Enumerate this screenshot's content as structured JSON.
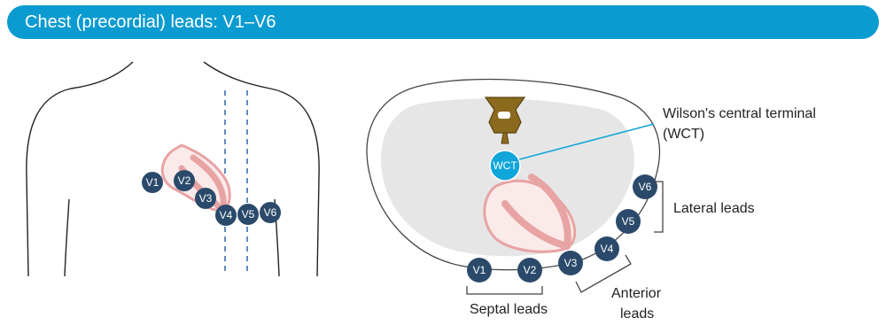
{
  "title": "Chest (precordial) leads: V1–V6",
  "colors": {
    "title_bar": "#0a9bd0",
    "lead_circle": "#2b4a6b",
    "wct_circle": "#10a6d9",
    "heart": "#e8a3a3",
    "guide_line": "#3a6fb0",
    "chest_fill": "#e6e6e6",
    "vertebra": "#8b6a1e"
  },
  "front_view": {
    "leads": [
      "V1",
      "V2",
      "V3",
      "V4",
      "V5",
      "V6"
    ]
  },
  "cross_section": {
    "leads": [
      "V1",
      "V2",
      "V3",
      "V4",
      "V5",
      "V6"
    ],
    "wct": {
      "label": "WCT",
      "caption_line1": "Wilson's central terminal",
      "caption_line2": "(WCT)"
    },
    "groups": {
      "septal": "Septal leads",
      "anterior_line1": "Anterior",
      "anterior_line2": "leads",
      "lateral": "Lateral leads"
    }
  }
}
